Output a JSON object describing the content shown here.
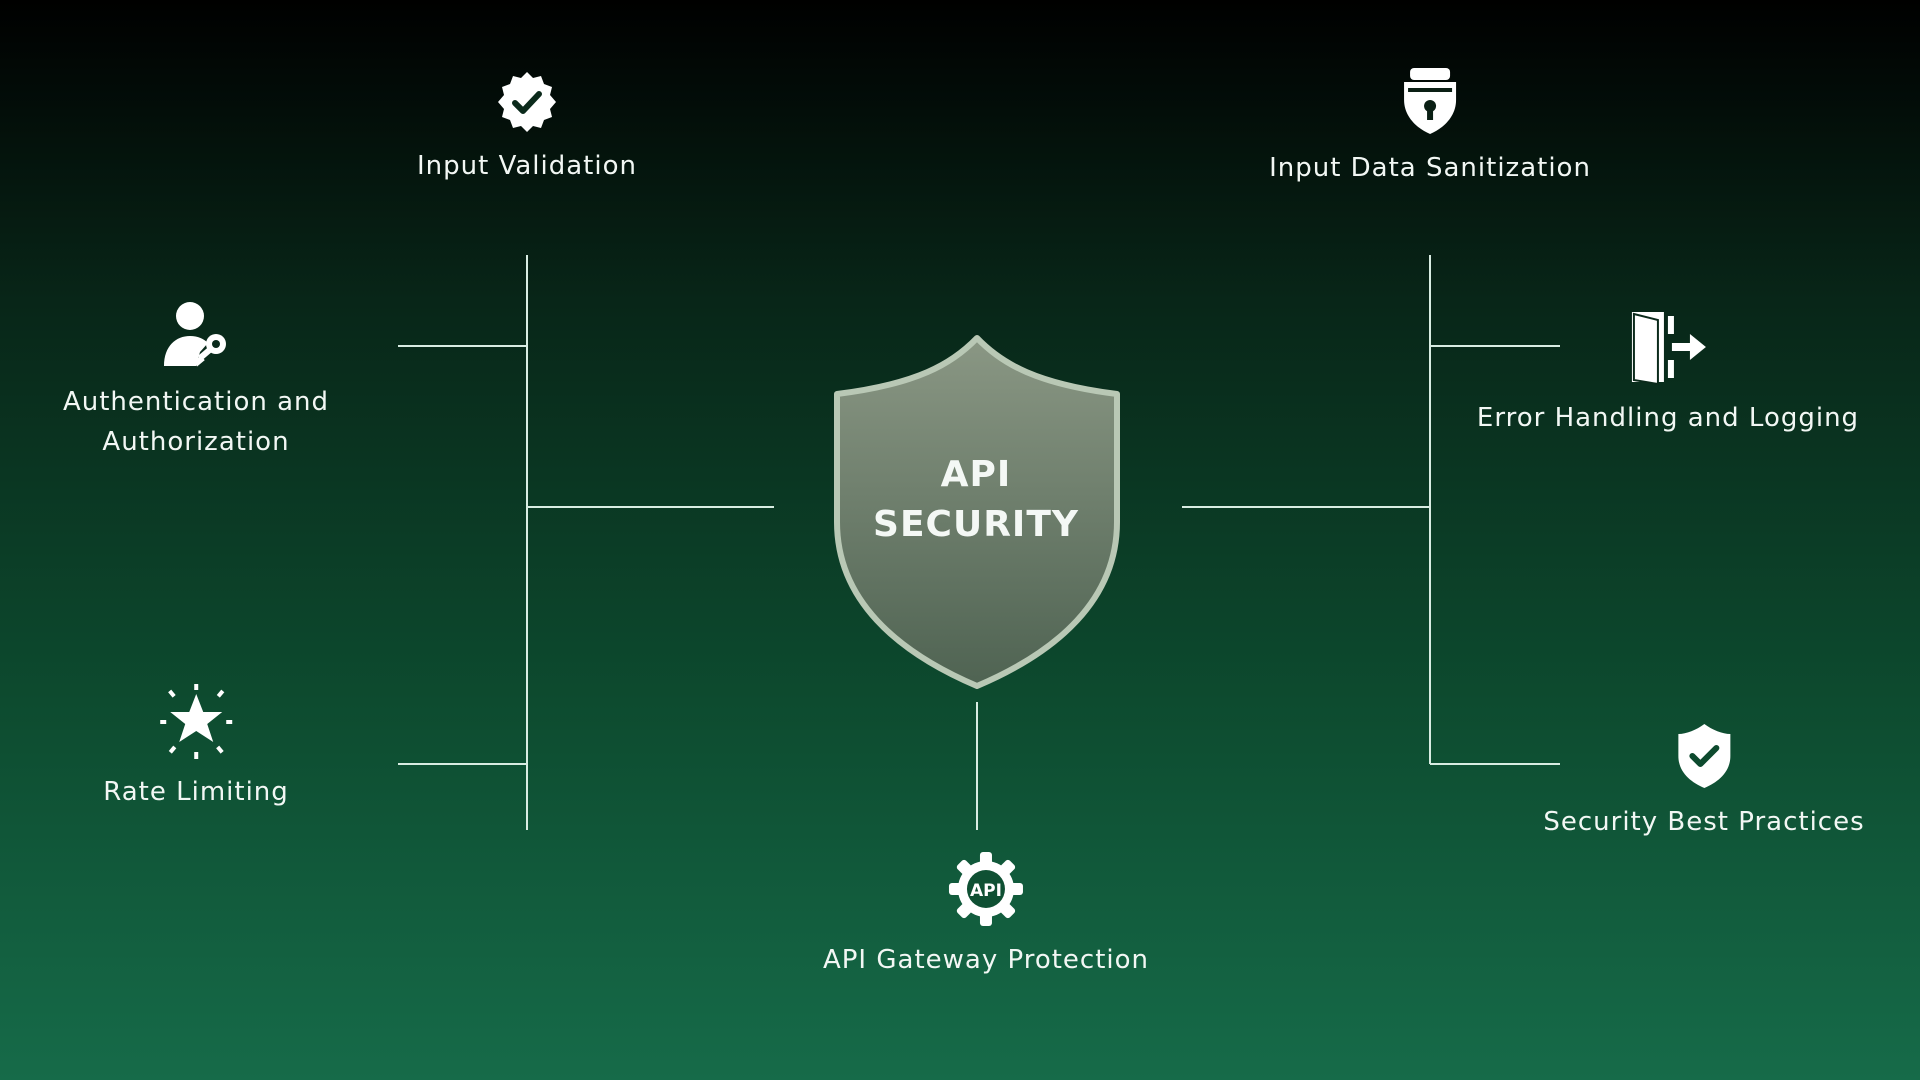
{
  "center": {
    "line1": "API",
    "line2": "SECURITY"
  },
  "nodes": {
    "input_validation": {
      "label": "Input Validation",
      "icon": "badge-check-icon"
    },
    "input_data_sanitization": {
      "label": "Input Data Sanitization",
      "icon": "sanitization-shield-icon"
    },
    "authentication": {
      "label": "Authentication and Authorization",
      "icon": "user-key-icon"
    },
    "error_handling": {
      "label": "Error Handling and Logging",
      "icon": "logout-door-icon"
    },
    "rate_limiting": {
      "label": "Rate Limiting",
      "icon": "star-burst-icon"
    },
    "security_best_practices": {
      "label": "Security Best Practices",
      "icon": "shield-check-icon"
    },
    "api_gateway": {
      "label": "API Gateway Protection",
      "icon": "api-gear-icon"
    }
  },
  "colors": {
    "background_top": "#000000",
    "background_bottom": "#166b49",
    "shield_fill": "#6f806d",
    "shield_border": "#b9c8b5",
    "line": "#d8ece2"
  }
}
